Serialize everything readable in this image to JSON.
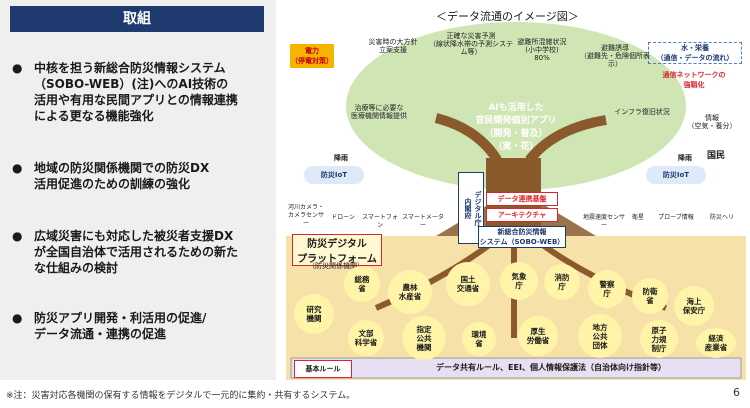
{
  "panel": {
    "heading": "取組"
  },
  "bullets": [
    {
      "text": "中核を担う新総合防災情報システム\n（SOBO-WEB）(注)へのAI技術の\n活用や有用な民間アプリとの情報連携\nによる更なる機能強化"
    },
    {
      "text": "地域の防災関係機関での防災DX\n活用促進のための訓練の強化"
    },
    {
      "text": "広域災害にも対応した被災者支援DX\nが全国自治体で活用されるための新た\nな仕組みの検討"
    },
    {
      "text": "防災アプリ開発・利活用の促進/\nデータ流通・連携の促進"
    }
  ],
  "footnote": "※注：災害対応各機関の保有する情報をデジタルで一元的に集約・共有するシステム。",
  "page_number": "6",
  "diagram": {
    "title": "＜データ流通のイメージ図＞",
    "power": "電力\n（停電対策）",
    "water": "水・栄養\n（通信・データの流れ）",
    "network": "通信ネットワークの\n強靱化",
    "canopy_main": "AIも活用した\n官民開発個別アプリ\n（開発・普及）\n（実・花）",
    "apps": [
      "災害時の大方針\n立案支援",
      "正確な災害予測\n（線状降水帯の予測システム等）",
      "避難所混雑状況\n(小中学校)\n80%",
      "避難誘導\n（避難先・危険個所表示）",
      "治療等に必要な\n医療機関情報提供",
      "インフラ復旧状況"
    ],
    "rain_left": "降雨",
    "rain_right": "降雨",
    "iot_left": "防災IoT",
    "iot_right": "防災IoT",
    "info": "情報\n（空気・養分）",
    "citizens": "国民",
    "sensors_left": [
      "河川カメラ・\nカメラセンサー",
      "ドローン",
      "スマートフォン",
      "スマートメーター"
    ],
    "sensors_right": [
      "地震速度センサー",
      "衛星",
      "プローブ情報",
      "防災ヘリ"
    ],
    "trunk_label": "デジタル庁\n内閣府",
    "data_infra": "データ連携基盤",
    "architecture": "アーキテクチャ",
    "sobo": "新総合防災情報\nシステム（SOBO-WEB）",
    "platform": "防災デジタル\nプラットフォーム",
    "platform_sub": "（防災関係機関）",
    "agencies": [
      "研究\n機関",
      "総務\n省",
      "農林\n水産省",
      "国土\n交通省",
      "気象\n庁",
      "消防\n庁",
      "警察\n庁",
      "防衛\n省",
      "海上\n保安庁",
      "文部\n科学省",
      "指定\n公共\n機関",
      "環境\n省",
      "厚生\n労働省",
      "地方\n公共\n団体",
      "原子\n力規\n制庁",
      "経済\n産業省"
    ],
    "rule_label": "基本ルール",
    "rule_text": "データ共有ルール、EEI、個人情報保護法（自治体向け指針等）"
  },
  "colors": {
    "heading_bg": "#1f3a6e",
    "canopy": "#cfe6b4",
    "soil": "#f6e2a8",
    "bubble": "#fff4a8",
    "trunk": "#8a5a2c",
    "accent_red": "#d7282f"
  }
}
